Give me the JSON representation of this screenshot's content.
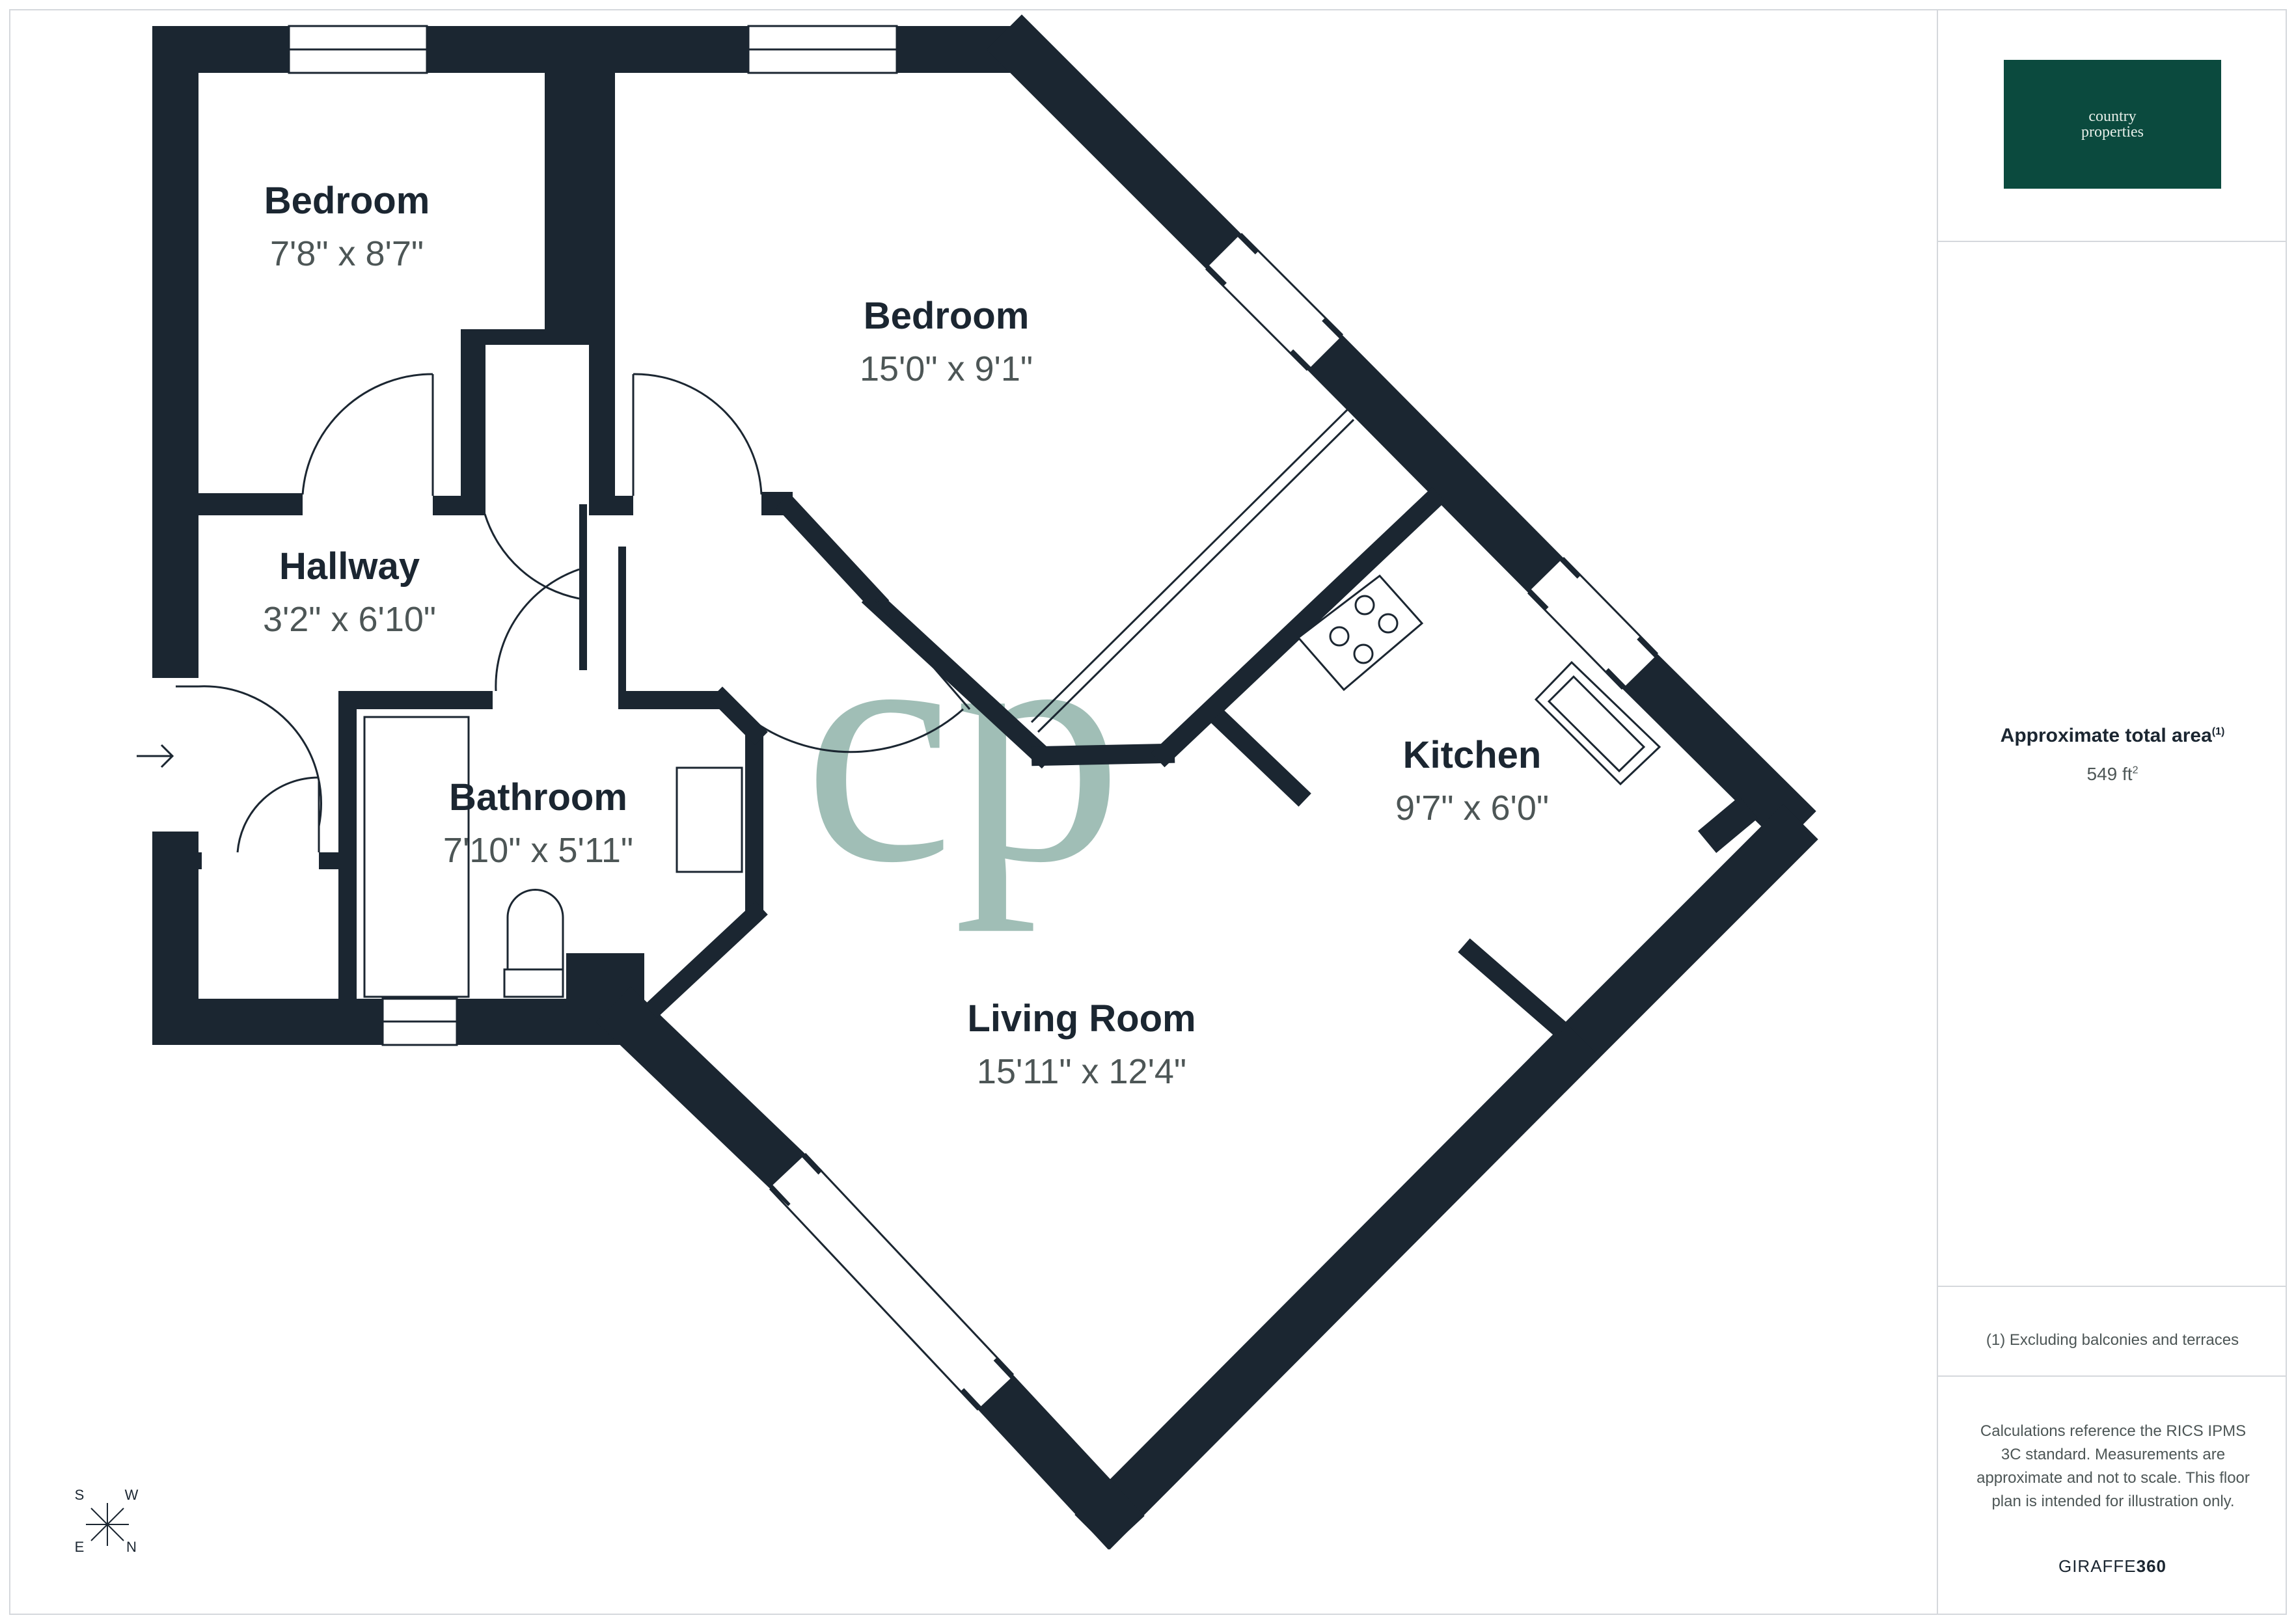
{
  "rooms": [
    {
      "name": "Bedroom",
      "dimensions": "7'8\" x 8'7\""
    },
    {
      "name": "Bedroom",
      "dimensions": "15'0\" x 9'1\""
    },
    {
      "name": "Hallway",
      "dimensions": "3'2\" x 6'10\""
    },
    {
      "name": "Bathroom",
      "dimensions": "7'10\" x 5'11\""
    },
    {
      "name": "Kitchen",
      "dimensions": "9'7\" x 6'0\""
    },
    {
      "name": "Living Room",
      "dimensions": "15'11\" x 12'4\""
    }
  ],
  "sidebar": {
    "logo_line1": "country",
    "logo_line2": "properties",
    "area_title": "Approximate total area",
    "area_title_mark": "(1)",
    "area_value": "549 ft",
    "area_unit_sup": "2",
    "footnote": "(1) Excluding balconies and terraces",
    "disclaimer": "Calculations reference the RICS IPMS 3C standard. Measurements are approximate and not to scale. This floor plan is intended for illustration only.",
    "brand_light": "GIRAFFE",
    "brand_bold": "360"
  },
  "compass": {
    "s": "S",
    "w": "W",
    "e": "E",
    "n": "N"
  },
  "watermark": "cp",
  "colors": {
    "wall": "#1b2631",
    "logo_bg": "#0b4a3e",
    "watermark": "#8fb3a9",
    "border": "#d5d8dc"
  }
}
